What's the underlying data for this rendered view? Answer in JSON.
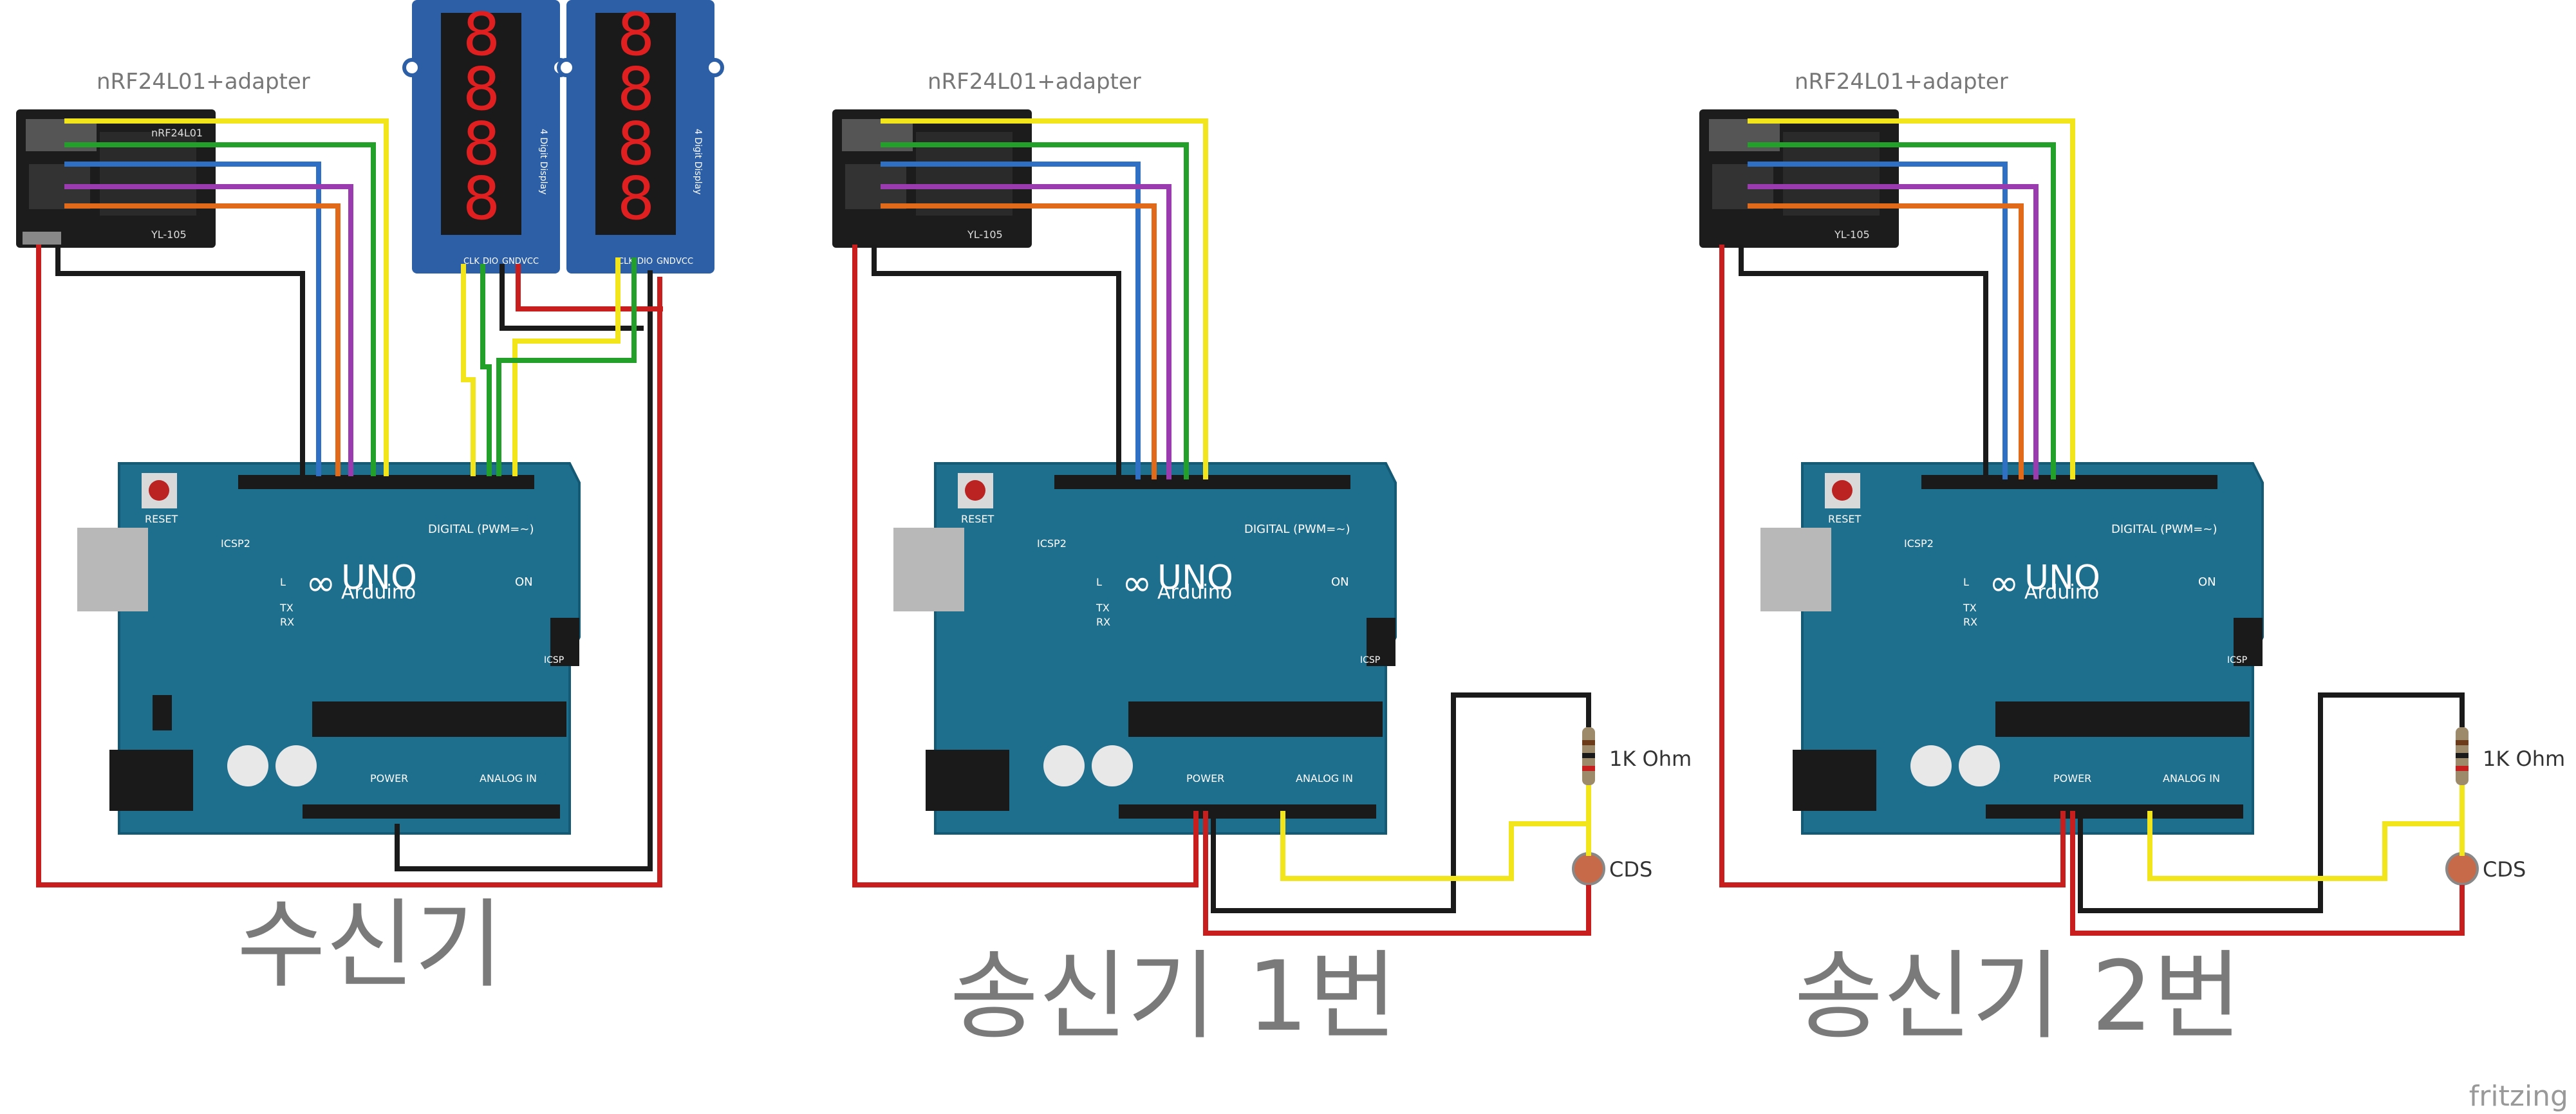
{
  "colors": {
    "board": "#1e6f8e",
    "board_edge": "#155a74",
    "module": "#1c1c1c",
    "display": "#2d5fa6",
    "segment": "#e02020",
    "wire_red": "#c81e1e",
    "wire_black": "#1a1a1a",
    "wire_yellow": "#f2e51c",
    "wire_green": "#22a02a",
    "wire_blue": "#2f6fc4",
    "wire_orange": "#e06a1a",
    "wire_purple": "#9a3cb0",
    "caption": "#7a7a7a"
  },
  "labels": {
    "module_label": "nRF24L01+adapter",
    "module_chip": "nRF24L01",
    "module_model": "YL-105",
    "display_side": "4 Digit Display",
    "display_pins": [
      "CLK",
      "DIO",
      "GND",
      "VCC"
    ],
    "board_brand": "Arduino",
    "board_model": "UNO",
    "reset": "RESET",
    "icsp2": "ICSP2",
    "icsp": "ICSP",
    "digital": "DIGITAL (PWM=~)",
    "power": "POWER",
    "analog_in": "ANALOG IN",
    "led_on": "ON",
    "led_tx": "TX",
    "led_rx": "RX",
    "led_l": "L",
    "resistor": "1K Ohm",
    "sensor": "CDS",
    "watermark": "fritzing"
  },
  "captions": {
    "receiver": "수신기",
    "sender1": "송신기 1번",
    "sender2": "송신기 2번"
  }
}
